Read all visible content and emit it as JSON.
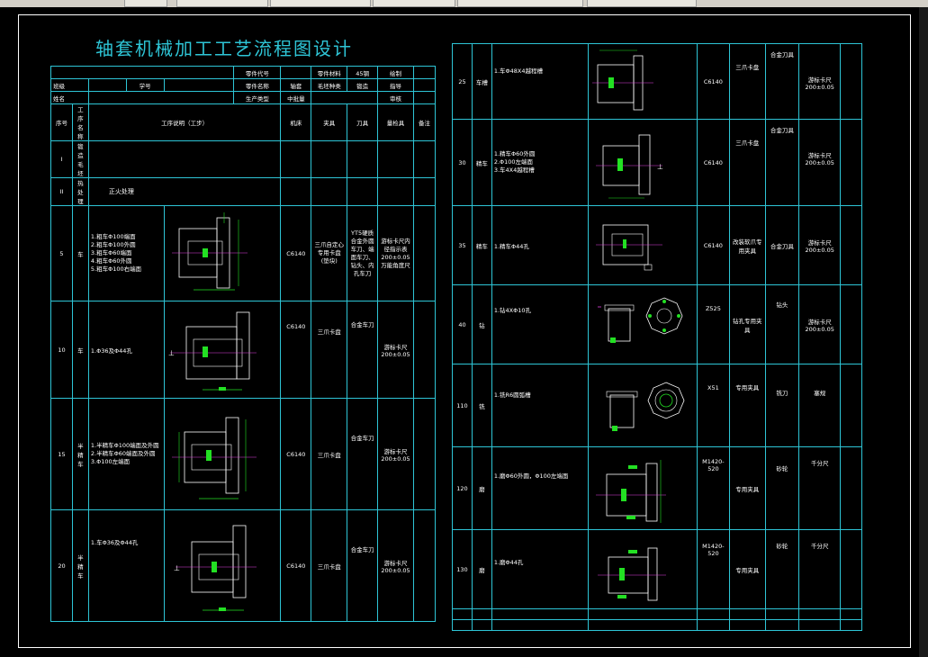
{
  "title": "轴套机械加工工艺流程图设计",
  "left_header": {
    "r1": [
      "零件代号",
      "零件材料",
      "45钢",
      "绘制"
    ],
    "r2": [
      "班级",
      "学号",
      "零件名称",
      "轴套",
      "毛坯种类",
      "锻造",
      "指导"
    ],
    "r3": [
      "姓名",
      "生产类型",
      "中批量",
      "审核"
    ],
    "r4": [
      "序号",
      "工序名称",
      "工序说明（工步）",
      "机床",
      "夹具",
      "刀具",
      "量检具",
      "备注"
    ]
  },
  "left_rows": [
    {
      "no": "I",
      "name": "锻造毛坯"
    },
    {
      "no": "II",
      "name": "热处理",
      "desc": "正火处理"
    },
    {
      "no": "5",
      "name": "车",
      "desc": [
        "1.粗车Φ100端面",
        "2.粗车Φ100外圆",
        "3.粗车Φ60端面",
        "4.粗车Φ60外圆",
        "5.粗车Φ100右端面"
      ],
      "machine": "C6140",
      "fixture": "三爪自定心专用卡盘(垫块)",
      "tool": "YT5硬质合金外圆车刀、端面车刀、钻头、内孔车刀",
      "gauge": "游标卡尺内径指示表200±0.05万能角度尺"
    },
    {
      "no": "10",
      "name": "车",
      "desc": [
        "1.Φ36及Φ44孔"
      ],
      "machine": "C6140",
      "fixture": "三爪卡盘",
      "tool": "合金车刀",
      "gauge": "游标卡尺200±0.05"
    },
    {
      "no": "15",
      "name": "半精车",
      "desc": [
        "1.半精车Φ100端面及外圆",
        "2.半精车Φ60端面及外圆",
        "3.Φ100左端面"
      ],
      "machine": "C6140",
      "fixture": "三爪卡盘",
      "tool": "合金车刀",
      "gauge": "游标卡尺200±0.05"
    },
    {
      "no": "20",
      "name": "半精车",
      "desc": [
        "1.车Φ36及Φ44孔"
      ],
      "machine": "C6140",
      "fixture": "三爪卡盘",
      "tool": "合金车刀",
      "gauge": "游标卡尺200±0.05"
    }
  ],
  "right_rows": [
    {
      "no": "25",
      "name": "车槽",
      "desc": [
        "1.车Φ48X4越程槽"
      ],
      "machine": "C6140",
      "fixture": "三爪卡盘",
      "tool": "合金刀具",
      "gauge": "游标卡尺200±0.05"
    },
    {
      "no": "30",
      "name": "精车",
      "desc": [
        "1.精车Φ60外圆",
        "2.Φ100左端面",
        "3.车4X4越程槽"
      ],
      "machine": "C6140",
      "fixture": "三爪卡盘",
      "tool": "合金刀具",
      "gauge": "游标卡尺200±0.05"
    },
    {
      "no": "35",
      "name": "精车",
      "desc": [
        "1.精车Φ44孔"
      ],
      "machine": "C6140",
      "fixture": "改装软爪专用夹具",
      "tool": "合金刀具",
      "gauge": "游标卡尺200±0.05"
    },
    {
      "no": "40",
      "name": "钻",
      "desc": [
        "1.钻4XΦ10孔"
      ],
      "machine": "Z525",
      "fixture": "钻孔专用夹具",
      "tool": "钻头",
      "gauge": "游标卡尺200±0.05"
    },
    {
      "no": "110",
      "name": "铣",
      "desc": [
        "1.铣R6圆弧槽"
      ],
      "machine": "X51",
      "fixture": "专用夹具",
      "tool": "铣刀",
      "gauge": "塞规"
    },
    {
      "no": "120",
      "name": "磨",
      "desc": [
        "1.磨Φ60外圆，Φ100左端面"
      ],
      "machine": "M1420-520",
      "fixture": "专用夹具",
      "tool": "砂轮",
      "gauge": "千分尺"
    },
    {
      "no": "130",
      "name": "磨",
      "desc": [
        "1.磨Φ44孔"
      ],
      "machine": "M1420-520",
      "fixture": "专用夹具",
      "tool": "砂轮",
      "gauge": "千分尺"
    }
  ],
  "colors": {
    "grid": "#2ec5d6",
    "title": "#2ec5d6",
    "part_green": "#23e023",
    "part_magenta": "#e040e0"
  }
}
